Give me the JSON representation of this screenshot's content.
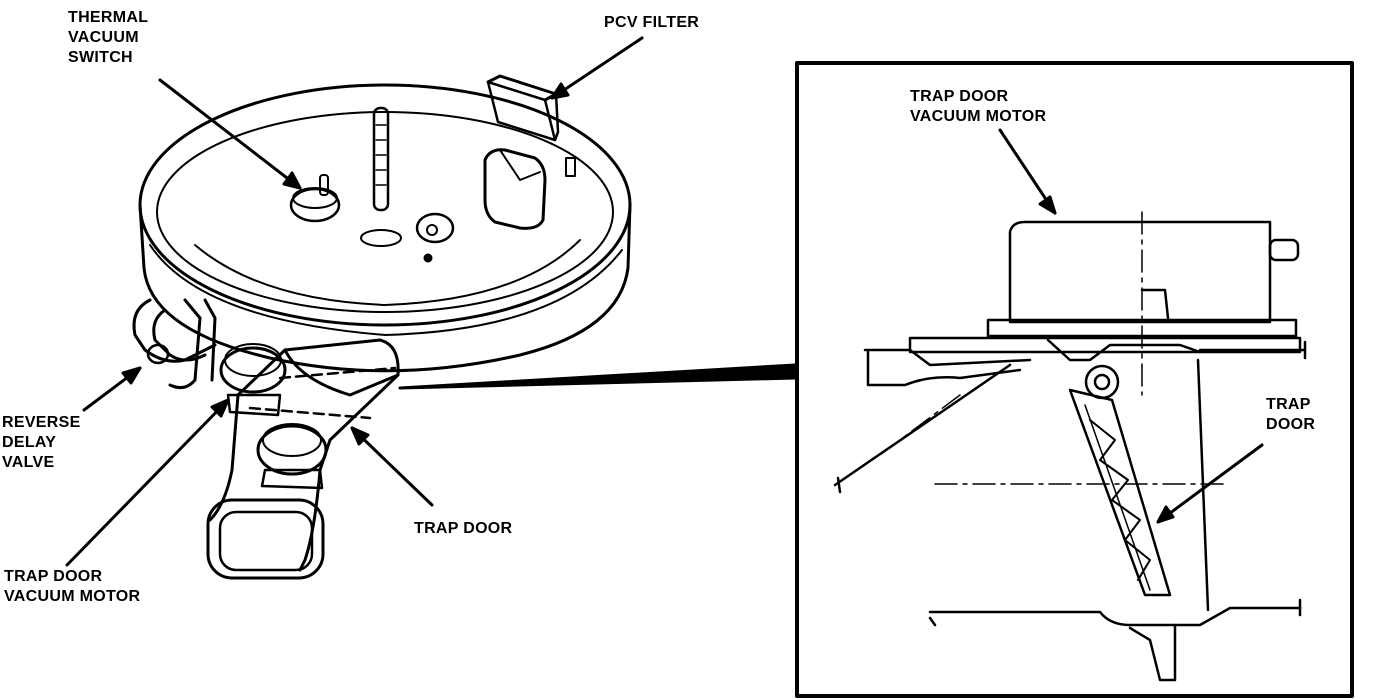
{
  "labels": {
    "thermal_vacuum_switch": [
      "THERMAL",
      "VACUUM",
      "SWITCH"
    ],
    "pcv_filter": "PCV FILTER",
    "reverse_delay_valve": [
      "REVERSE",
      "DELAY",
      "VALVE"
    ],
    "trap_door_main": "TRAP DOOR",
    "trap_door_vacuum_motor_main": [
      "TRAP DOOR",
      "VACUUM MOTOR"
    ],
    "trap_door_vacuum_motor_detail": [
      "TRAP DOOR",
      "VACUUM MOTOR"
    ],
    "trap_door_detail": [
      "TRAP",
      "DOOR"
    ]
  },
  "colors": {
    "ink": "#000000",
    "paper": "#ffffff"
  }
}
